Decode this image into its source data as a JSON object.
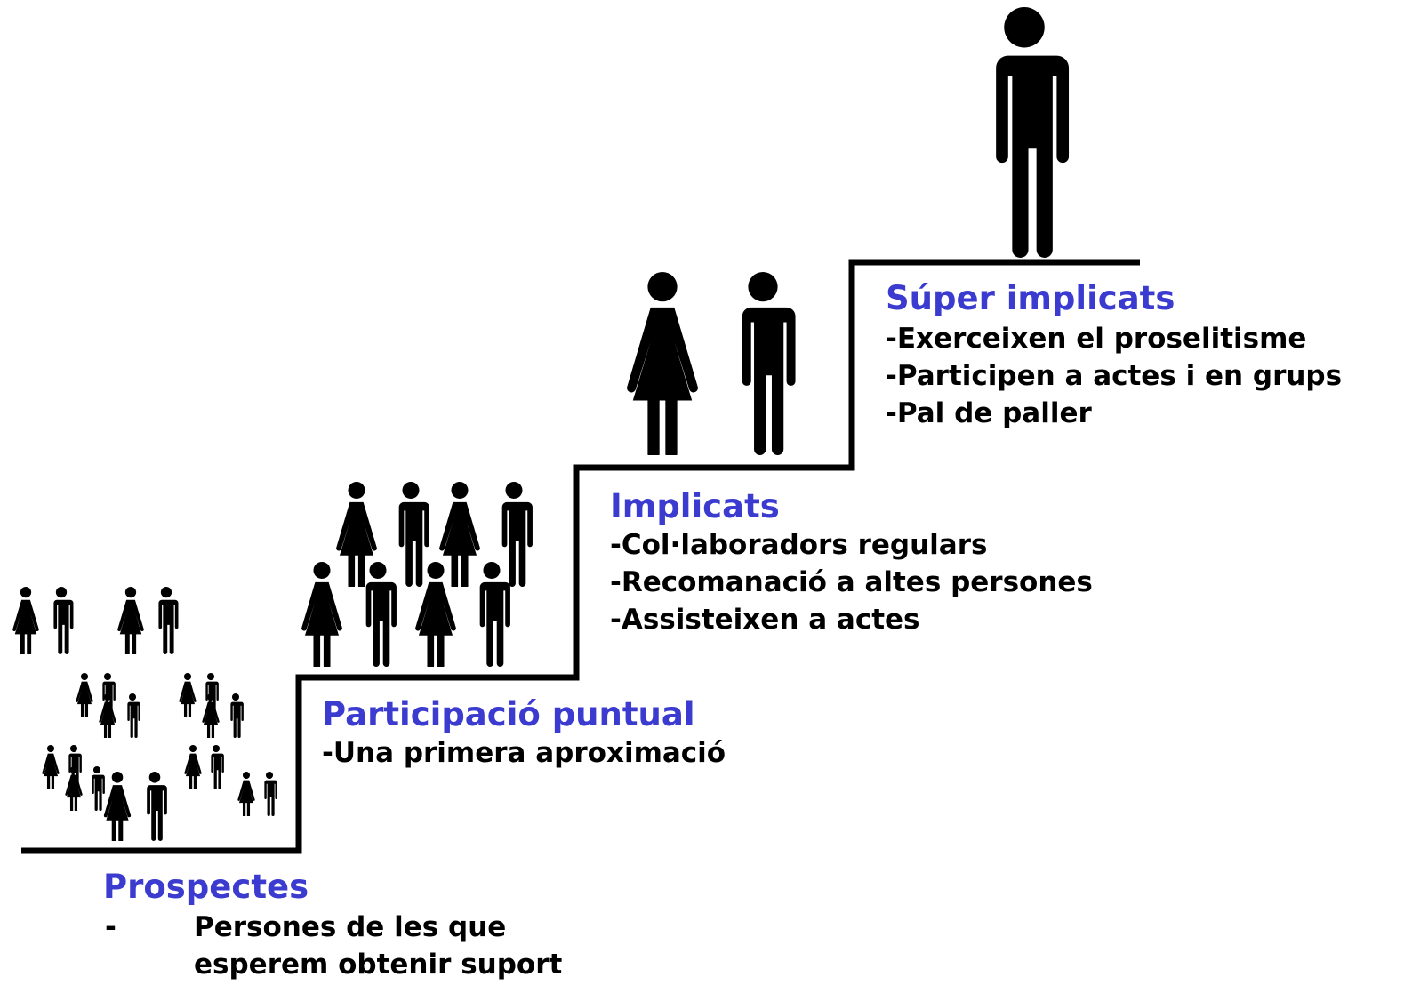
{
  "colors": {
    "title": "#3b3bd0",
    "text": "#000000",
    "line": "#000000"
  },
  "levels": [
    {
      "title": "Prospectes",
      "items": [],
      "dash_item": {
        "dash": "-",
        "line1": "Persones de les que",
        "line2": "esperem obtenir suport"
      },
      "figure_icon": "people-crowd-icon"
    },
    {
      "title": "Participació puntual",
      "items": [
        "-Una primera aproximació"
      ],
      "figure_icon": "people-group-icon"
    },
    {
      "title": "Implicats",
      "items": [
        "-Col·laboradors regulars",
        "-Recomanació a altes persones",
        "-Assisteixen a actes"
      ],
      "figure_icon": "woman-man-pair-icon"
    },
    {
      "title": "Súper implicats",
      "items": [
        "-Exerceixen el proselitisme",
        "-Participen a actes i en grups",
        "-Pal de paller"
      ],
      "figure_icon": "man-icon"
    }
  ]
}
